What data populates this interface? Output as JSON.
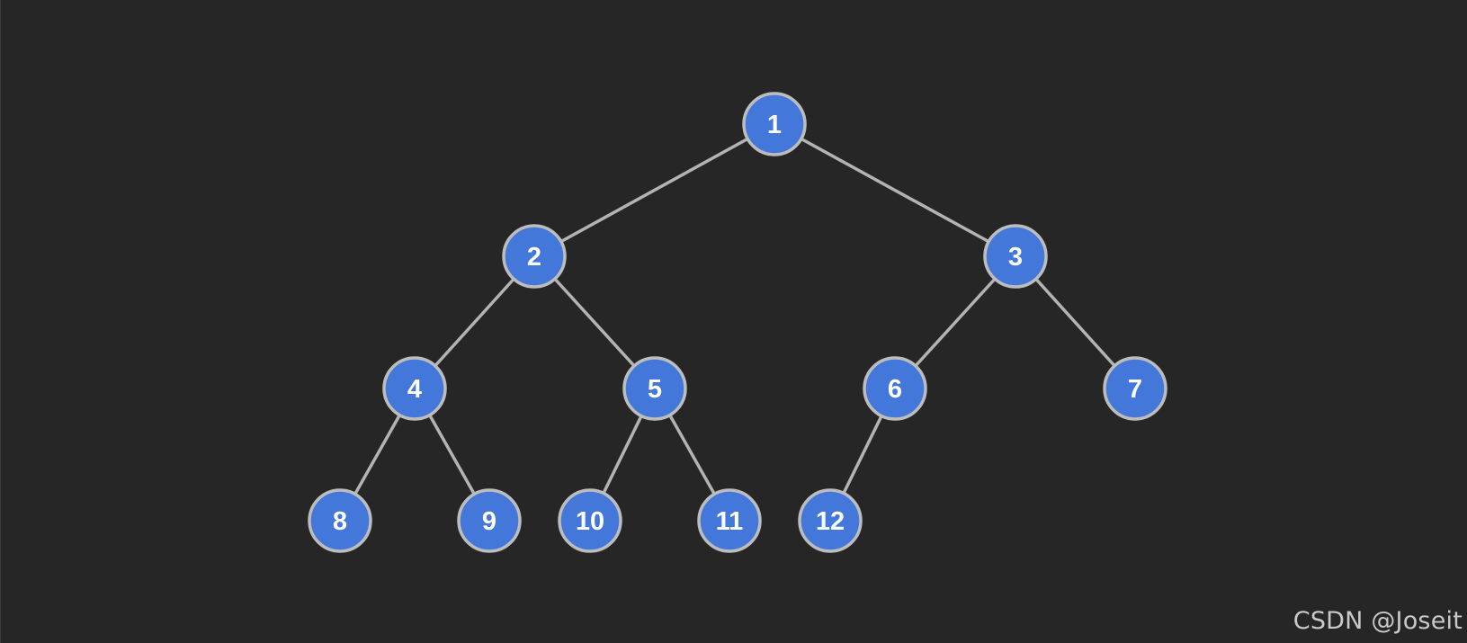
{
  "tree": {
    "nodes": [
      {
        "id": 1,
        "label": "1"
      },
      {
        "id": 2,
        "label": "2"
      },
      {
        "id": 3,
        "label": "3"
      },
      {
        "id": 4,
        "label": "4"
      },
      {
        "id": 5,
        "label": "5"
      },
      {
        "id": 6,
        "label": "6"
      },
      {
        "id": 7,
        "label": "7"
      },
      {
        "id": 8,
        "label": "8"
      },
      {
        "id": 9,
        "label": "9"
      },
      {
        "id": 10,
        "label": "10"
      },
      {
        "id": 11,
        "label": "11"
      },
      {
        "id": 12,
        "label": "12"
      }
    ],
    "edges": [
      {
        "from": 1,
        "to": 2
      },
      {
        "from": 1,
        "to": 3
      },
      {
        "from": 2,
        "to": 4
      },
      {
        "from": 2,
        "to": 5
      },
      {
        "from": 3,
        "to": 6
      },
      {
        "from": 3,
        "to": 7
      },
      {
        "from": 4,
        "to": 8
      },
      {
        "from": 4,
        "to": 9
      },
      {
        "from": 5,
        "to": 10
      },
      {
        "from": 5,
        "to": 11
      },
      {
        "from": 6,
        "to": 12
      }
    ]
  },
  "colors": {
    "background": "#262626",
    "node_fill": "#4377d9",
    "node_stroke": "#bdbdbd",
    "edge": "#b3b3b3",
    "label": "#ffffff"
  },
  "watermark": "CSDN @Joseit"
}
